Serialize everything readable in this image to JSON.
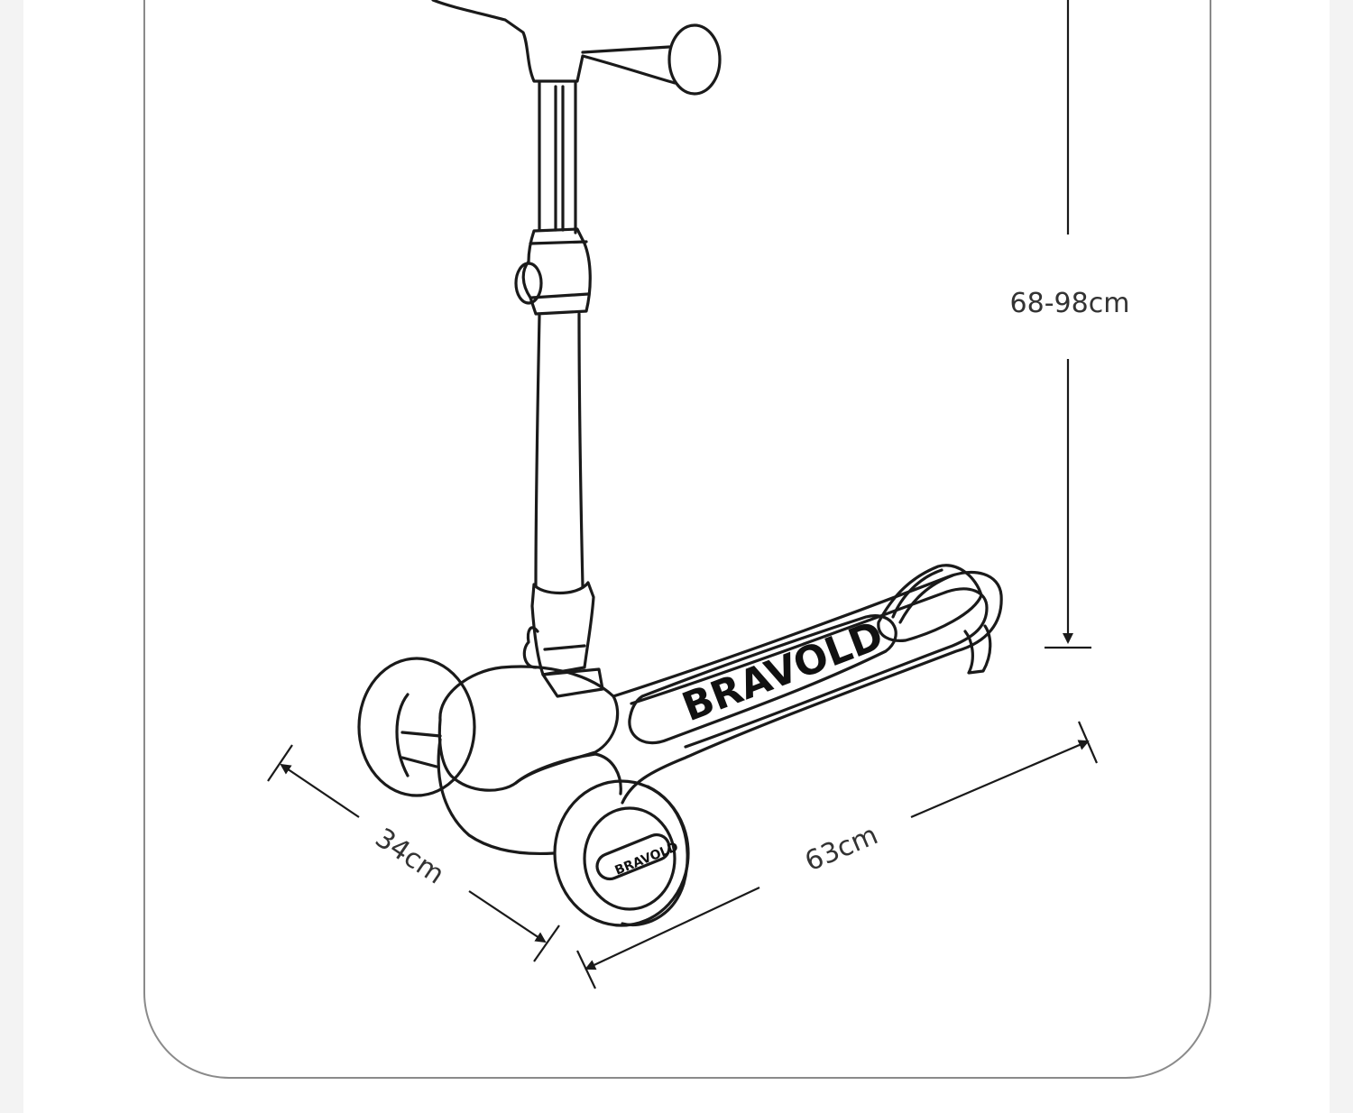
{
  "dimensions": {
    "height": "68-98cm",
    "width": "34cm",
    "length": "63cm"
  },
  "brand": {
    "deck_logo": "BRAVOLD",
    "wheel_logo": "BRAVOLD"
  },
  "colors": {
    "background": "#f3f3f3",
    "panel": "#ffffff",
    "frame_border": "#8a8a8a",
    "line": "#1a1a1a",
    "text": "#333333"
  }
}
